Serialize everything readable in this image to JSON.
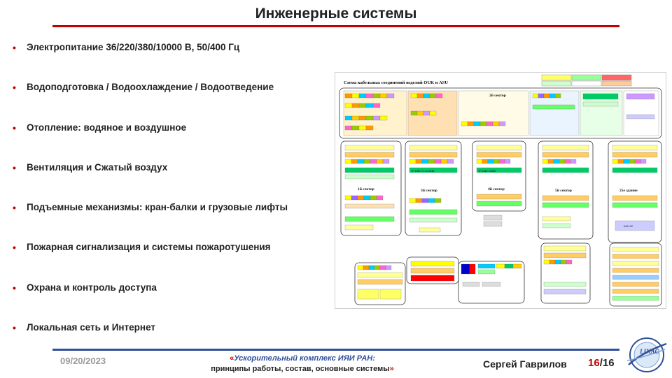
{
  "title": "Инженерные системы",
  "bullets": [
    "Электропитание 36/220/380/10000 В, 50/400 Гц",
    "Водоподготовка / Водоохлаждение / Водоотведение",
    "Отопление: водяное и воздушное",
    "Вентиляция и Сжатый воздух",
    "Подъемные механизмы: кран-балки и грузовые лифты",
    "Пожарная сигнализация и системы пожаротушения",
    "Охрана и контроль доступа",
    "Локальная сеть и Интернет"
  ],
  "bullet_glyph": "•",
  "diagram": {
    "heading": "Схема кабельных соединений изделий OUK и ASU",
    "sector_labels": [
      "2й сектор",
      "3й сектор",
      "4й сектор",
      "5й сектор",
      "25е здание",
      "1й сектор"
    ],
    "switch_labels": [
      "TP-LINK TL-SG1048",
      "TP-LINK 1008G",
      "KAC-2C"
    ]
  },
  "footer": {
    "date": "09/20/2023",
    "quote_open": "«",
    "line1": "Ускорительный комплекс ИЯИ РАН:",
    "line2": "принципы работы, состав, основные системы",
    "quote_close": "»",
    "author": "Сергей Гаврилов",
    "page_current": "16",
    "page_separator": "/",
    "page_total": "16"
  },
  "logo": {
    "text": "LINAC",
    "icon": "inr-linac-logo"
  },
  "colors": {
    "accent_red": "#c00000",
    "accent_blue": "#2f4f9a"
  }
}
